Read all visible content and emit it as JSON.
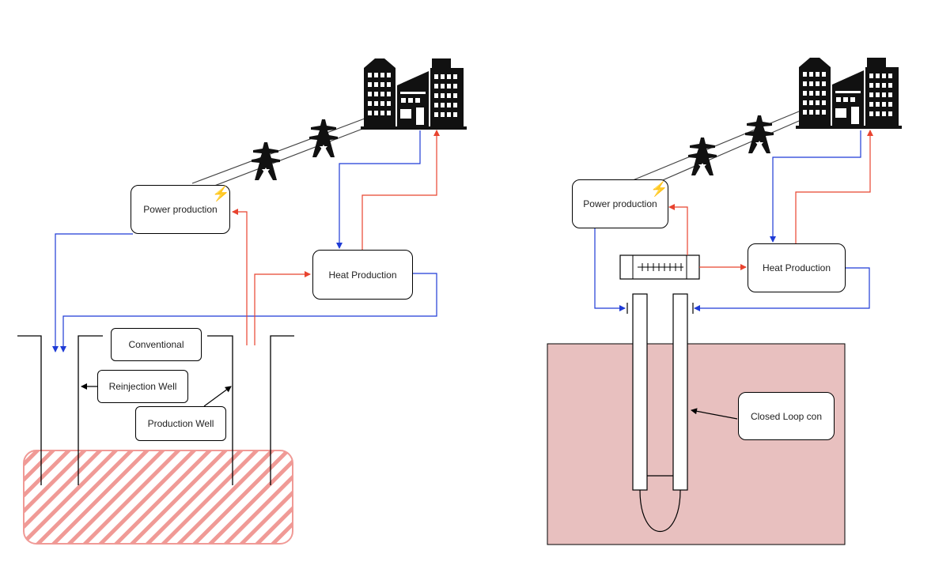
{
  "labels": {
    "left_power": "Power production",
    "left_heat": "Heat Production",
    "conventional": "Conventional",
    "reinjection": "Reinjection Well",
    "production": "Production Well",
    "right_power": "Power production",
    "right_heat": "Heat Production",
    "closed_loop": "Closed Loop con"
  },
  "icons": {
    "pylon": "power-pylon-icon",
    "city": "city-buildings-icon",
    "bolt": "lightning-bolt-icon",
    "bolt_glyph": "⚡"
  },
  "colors": {
    "cold_flow": "#1f3bd6",
    "hot_flow": "#e8432f",
    "reservoir_hatch": "#f09a96",
    "reservoir_fill": "#e8c0bf"
  }
}
